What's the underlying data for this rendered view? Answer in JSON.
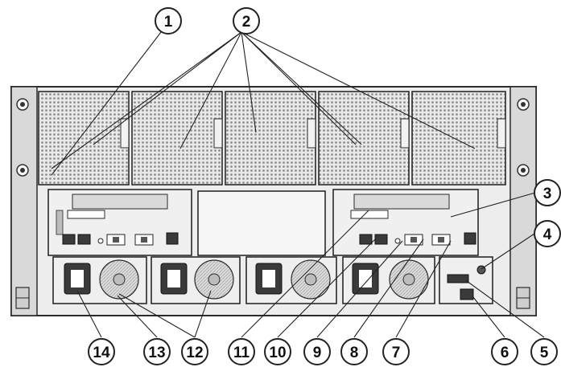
{
  "callouts": [
    {
      "id": "1",
      "label": "1"
    },
    {
      "id": "2",
      "label": "2"
    },
    {
      "id": "3",
      "label": "3"
    },
    {
      "id": "4",
      "label": "4"
    },
    {
      "id": "5",
      "label": "5"
    },
    {
      "id": "6",
      "label": "6"
    },
    {
      "id": "7",
      "label": "7"
    },
    {
      "id": "8",
      "label": "8"
    },
    {
      "id": "9",
      "label": "9"
    },
    {
      "id": "10",
      "label": "10"
    },
    {
      "id": "11",
      "label": "11"
    },
    {
      "id": "12",
      "label": "12"
    },
    {
      "id": "13",
      "label": "13"
    },
    {
      "id": "14",
      "label": "14"
    }
  ],
  "colors": {
    "chassis": "#e6e6e6",
    "chassis_stroke": "#2a2a2a",
    "fan_mesh": "#bdbdbd",
    "dark": "#3a3a3a",
    "callout_ring": "#222222"
  }
}
